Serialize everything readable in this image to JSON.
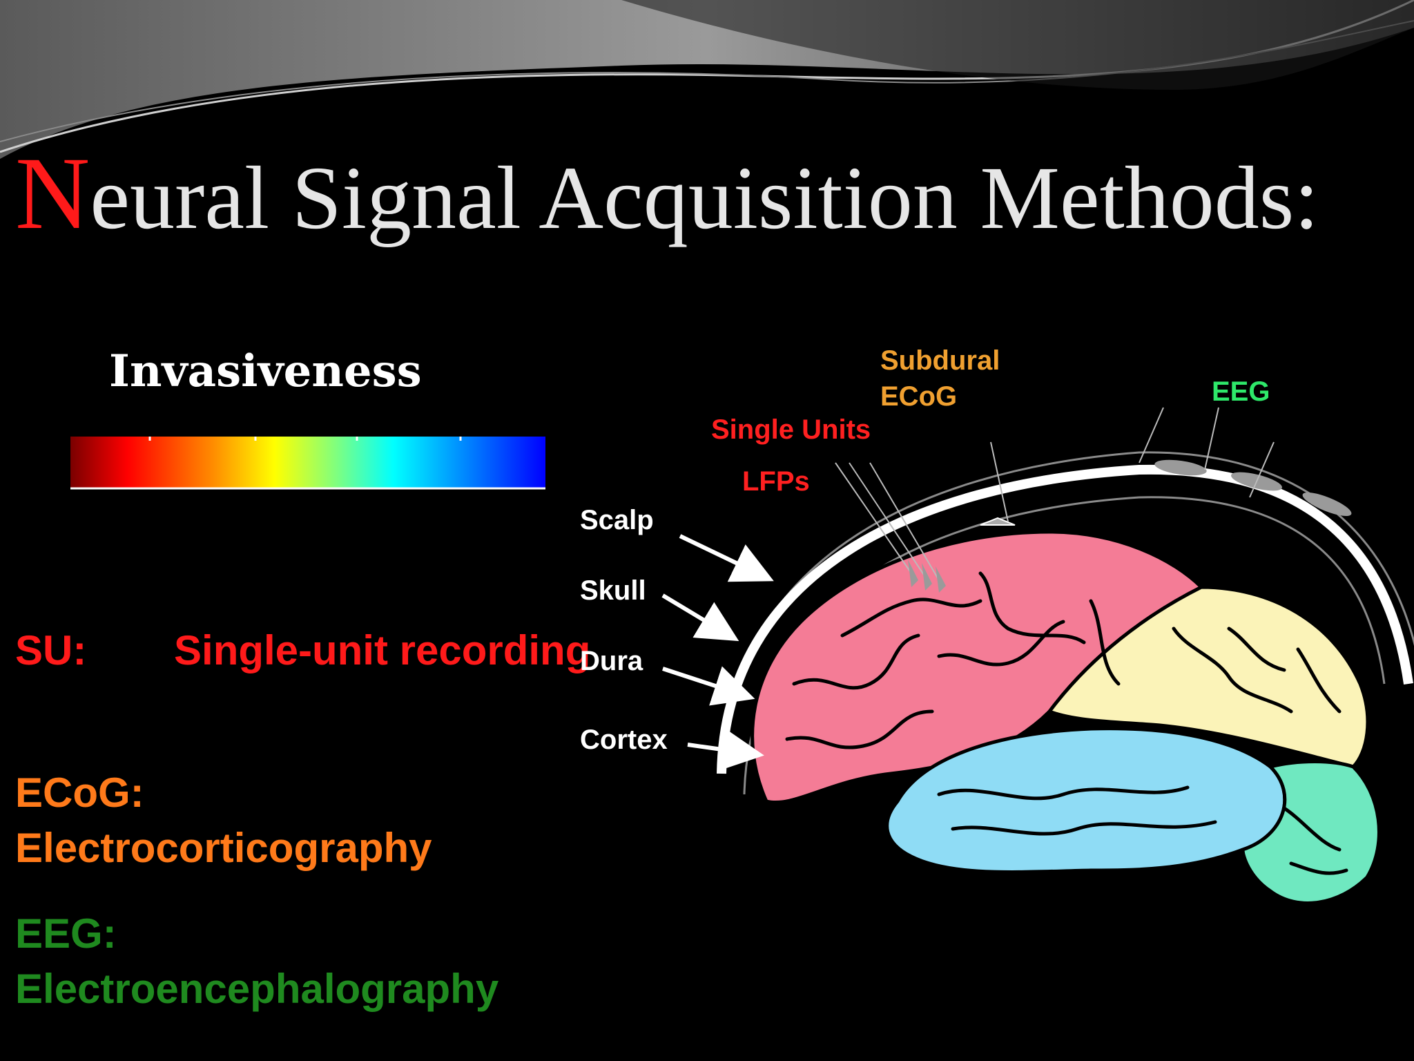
{
  "slide": {
    "title_first_letter": "N",
    "title_rest": "eural Signal Acquisition Methods:",
    "invasiveness_label": "Invasiveness"
  },
  "colorbar": {
    "stops": [
      "#7a0000",
      "#ff0000",
      "#ff8c00",
      "#ffff00",
      "#7fff7f",
      "#00ffff",
      "#0080ff",
      "#0000ff"
    ]
  },
  "legend": {
    "su": {
      "abbr": "SU:",
      "full": "Single-unit recording",
      "color": "#ff1a1a"
    },
    "ecog": {
      "abbr": "ECoG:",
      "full": "Electrocorticography",
      "color": "#ff7a1a"
    },
    "eeg": {
      "abbr": "EEG:",
      "full": "Electroencephalography",
      "color": "#1f8a1f"
    }
  },
  "diagram": {
    "labels": {
      "subdural": "Subdural",
      "ecog": "ECoG",
      "eeg": "EEG",
      "single_units": "Single Units",
      "lfps": "LFPs",
      "scalp": "Scalp",
      "skull": "Skull",
      "dura": "Dura",
      "cortex": "Cortex"
    },
    "colors": {
      "frontal": "#f47c96",
      "parietal": "#fbf3b8",
      "temporal": "#8fdcf5",
      "occipital": "#6fe8c0",
      "red_label": "#ff2020",
      "orange_label": "#f0a030",
      "green_label": "#2ee86a"
    }
  }
}
